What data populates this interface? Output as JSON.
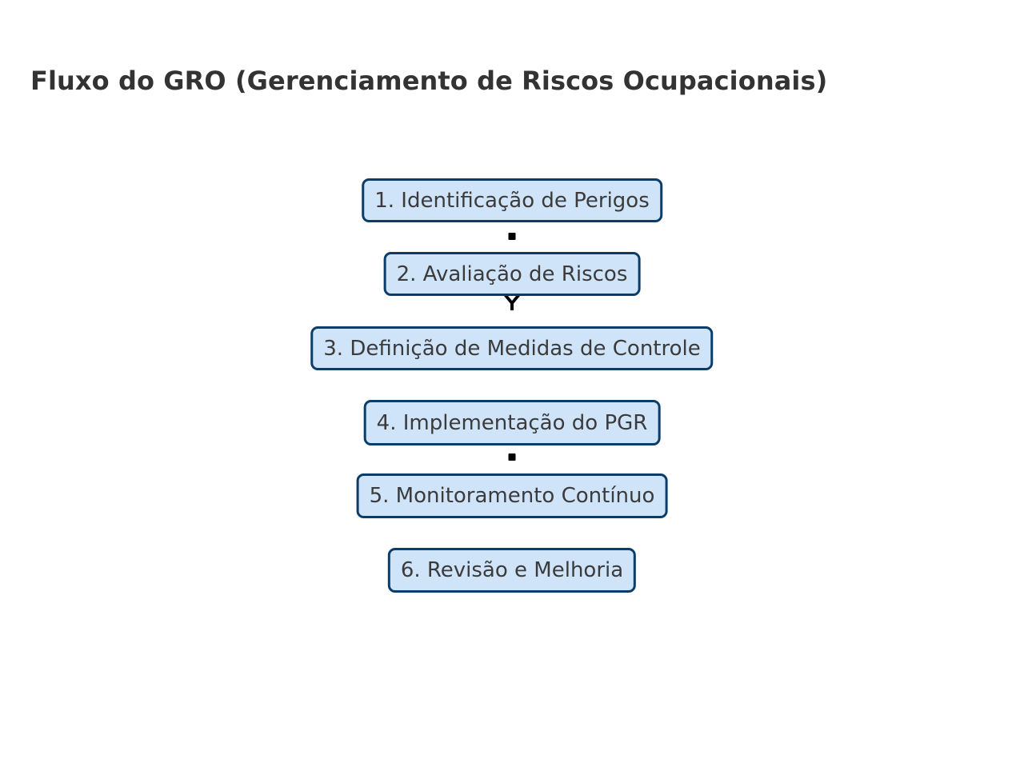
{
  "page": {
    "title": "Fluxo do GRO (Gerenciamento de Riscos Ocupacionais)",
    "background_color": "#ffffff",
    "title_color": "#333333"
  },
  "theme": {
    "node_fill": "#cfe3f9",
    "node_border": "#0b3d6b",
    "node_text": "#3b3b3b",
    "connector_color": "#000000"
  },
  "flowchart": {
    "orientation": "top-to-bottom",
    "nodes": [
      {
        "id": "n1",
        "label": "1. Identificação de Perigos"
      },
      {
        "id": "n2",
        "label": "2. Avaliação de Riscos"
      },
      {
        "id": "n3",
        "label": "3. Definição de Medidas de Controle"
      },
      {
        "id": "n4",
        "label": "4. Implementação do PGR"
      },
      {
        "id": "n5",
        "label": "5. Monitoramento Contínuo"
      },
      {
        "id": "n6",
        "label": "6. Revisão e Melhoria"
      }
    ],
    "connectors": [
      {
        "from": "n1",
        "to": "n2",
        "marker": "dot"
      },
      {
        "from": "n2",
        "to": "n3",
        "marker": "arrowhead"
      },
      {
        "from": "n3",
        "to": "n4",
        "marker": "none"
      },
      {
        "from": "n4",
        "to": "n5",
        "marker": "dot"
      },
      {
        "from": "n5",
        "to": "n6",
        "marker": "none"
      }
    ]
  }
}
